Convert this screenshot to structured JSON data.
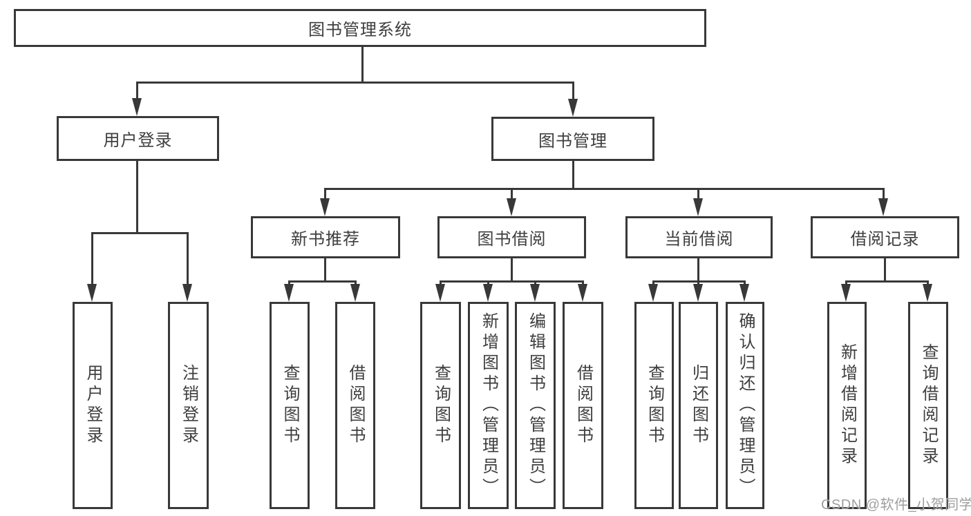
{
  "diagram": {
    "root": {
      "label": "图书管理系统"
    },
    "level1": [
      {
        "label": "用户登录"
      },
      {
        "label": "图书管理"
      }
    ],
    "level2": [
      {
        "label": "新书推荐"
      },
      {
        "label": "图书借阅"
      },
      {
        "label": "当前借阅"
      },
      {
        "label": "借阅记录"
      }
    ],
    "leaves": {
      "user": [
        "用户登录",
        "注销登录"
      ],
      "recommend": [
        "查询图书",
        "借阅图书"
      ],
      "borrow": [
        "查询图书",
        "新增图书（管理员）",
        "编辑图书（管理员）",
        "借阅图书"
      ],
      "current": [
        "查询图书",
        "归还图书",
        "确认归还（管理员）"
      ],
      "records": [
        "新增借阅记录",
        "查询借阅记录"
      ]
    }
  },
  "watermark": {
    "text": "CSDN @软件_小贺同学"
  },
  "colors": {
    "line": "#383838",
    "text": "#3e3e3e",
    "watermark": "#9e9e9e",
    "background": "#ffffff"
  }
}
